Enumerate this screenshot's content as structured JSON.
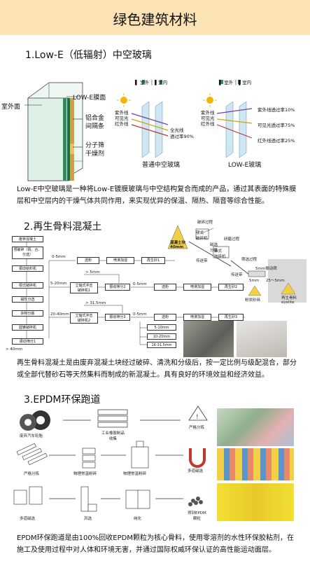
{
  "page": {
    "title": "绿色建筑材料"
  },
  "section1": {
    "heading": "1.Low-E（低辐射）中空玻璃",
    "labels": {
      "outer_face": "室外面",
      "lowe_film": "LOW-E膜面",
      "spacer": "铝合金\n间隔条",
      "sieve": "分子筛\n干燥剂"
    },
    "legend_out": "室外",
    "legend_in": "室内",
    "ordinary": {
      "title": "普通中空玻璃",
      "uv": "紫外线",
      "visible": "可见光",
      "ir": "红外线",
      "full": "全光线\n透过率90%"
    },
    "lowe": {
      "title": "LOW-E玻璃",
      "uv": "紫外线",
      "visible": "可见光",
      "ir": "红外线",
      "uv_rate": "紫外线透过率10%",
      "vis_rate": "可见光透过率75%",
      "ir_rate": "红外线透过率25%"
    },
    "paragraph": "Low-E中空玻璃是一种将Low-E镀膜玻璃与中空结构复合而成的产品，通过其表面的特殊膜层和中空层内的干燥气体共同作用，来实现优异的保温、隔热、隔音等综合性能。"
  },
  "section2": {
    "heading": "2.再生骨料混凝土",
    "chain": [
      "废弃混凝土",
      "预破碎（猜、合、分选）",
      "振动给料机",
      "颚式破碎机",
      "磁性分选",
      "杂物分拣",
      "圆锥破碎机",
      "振动筛分1"
    ],
    "gt40": "> 40mm",
    "branches": [
      {
        "size": "0-5mm",
        "steps": [
          "选粉",
          "喷淋加湿",
          "再生砂1"
        ]
      },
      {
        "size": "5-20mm",
        "crusher": "立轴式冲击\n破碎机1",
        "screen": "振动筛分2",
        "size2": "0-5mm",
        "steps": [
          "选粉",
          "喷淋加湿",
          "再生砂2"
        ],
        "gt": "> 5mm"
      },
      {
        "size": "20-40mm",
        "crusher": "立轴式冲击\n破碎机2",
        "screen": "振动筛分3",
        "gt": "> 31.5mm",
        "size2": "0-5mm",
        "steps": [
          "选粉",
          "喷淋加湿",
          "再生砂3"
        ]
      }
    ],
    "outputs": [
      "5-10mm",
      "10-20mm",
      "16-31.5mm"
    ],
    "plant": {
      "pile": "混凝土块\n40mm",
      "crusher": "颚式\n破碎机",
      "sieve_label": "磁选\n分拣",
      "conveyor": "传送带",
      "belt": "传送带",
      "fine_crush": "研磨过程",
      "cone": "锥式\n破碎机",
      "vib": "5mm振动筛",
      "r1": "25～5mm",
      "r2": "5mm",
      "sand": "粉状砂砾",
      "agg": "再生骨料\neyelite",
      "crush_proc": "破碎过程",
      "sieve_proc": "筛选过程"
    },
    "paragraph": "再生骨料混凝土是由废弃混凝土块经过破碎、清洗和分级后，按一定比例与级配混合，部分或全部代替砂石等天然集料而制成的新混凝土。具有良好的环境效益和经济效益。"
  },
  "section3": {
    "heading": "3.EPDM环保跑道",
    "steps": {
      "tires": "废弃汽车轮胎",
      "products": "工业橡胶制品\n收集",
      "sort": "严格分拣",
      "sort2": "严格分拣",
      "crush1": "物理常温粉碎",
      "crush2": "物理常温粉碎",
      "mag1": "多道磁选",
      "mag2": "多道磁选",
      "wind": "风选",
      "purify": "纯化",
      "epdm": "得到EPDM\n颗粒"
    },
    "paragraph": "EPDM环保跑道是由100%回收EPDM颗粒为核心骨料，使用零溶剂的水性环保胶粘剂，在施工及使用过程中对人体和环境无害，并通过国际权威环保认证的高性能运动面层。"
  }
}
